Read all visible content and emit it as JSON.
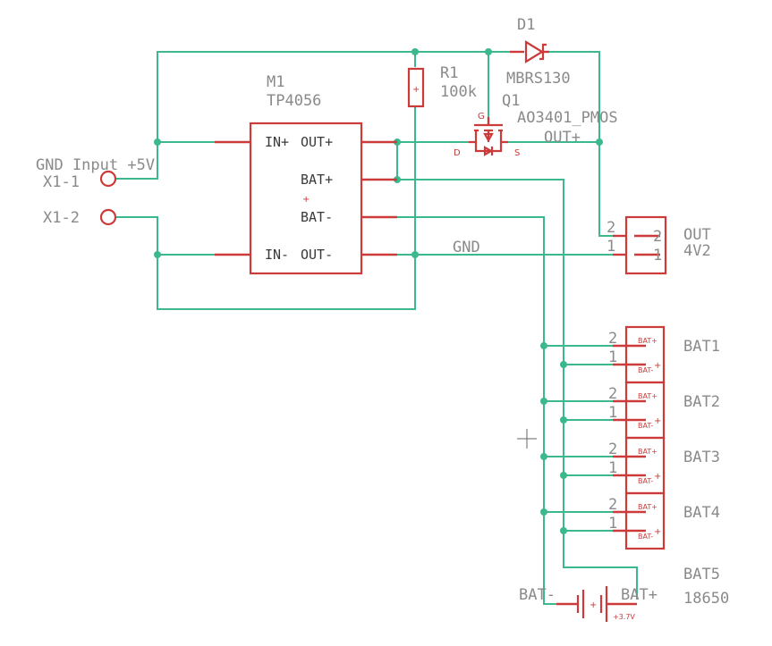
{
  "symbols": {
    "d1": {
      "name": "D1",
      "value": "MBRS130"
    },
    "r1": {
      "name": "R1",
      "value": "100k"
    },
    "q1": {
      "name": "Q1",
      "value": "AO3401_PMOS",
      "pin_g": "G",
      "pin_d": "D",
      "pin_s": "S"
    },
    "m1": {
      "name": "M1",
      "value": "TP4056",
      "pins": {
        "in_plus": "IN+",
        "in_minus": "IN-",
        "out_plus": "OUT+",
        "out_minus": "OUT-",
        "bat_plus": "BAT+",
        "bat_minus": "BAT-",
        "plus_mark": "+"
      }
    },
    "x1": {
      "label": "GND Input +5V",
      "pin1": "X1-1",
      "pin2": "X1-2"
    },
    "out": {
      "name": "OUT",
      "value": "4V2",
      "pin2": "2",
      "pin1": "1"
    },
    "bat5": {
      "name": "BAT5",
      "value": "18650",
      "neg": "BAT-",
      "pos": "BAT+",
      "voltage": "+3.7V"
    }
  },
  "net_labels": {
    "out_plus": "OUT+",
    "gnd": "GND"
  },
  "battery_connectors": [
    {
      "name": "BAT1",
      "pin2": "2",
      "pin1": "1",
      "top_mark": "BAT+",
      "bot_mark": "BAT-"
    },
    {
      "name": "BAT2",
      "pin2": "2",
      "pin1": "1",
      "top_mark": "BAT+",
      "bot_mark": "BAT-"
    },
    {
      "name": "BAT3",
      "pin2": "2",
      "pin1": "1",
      "top_mark": "BAT+",
      "bot_mark": "BAT-"
    },
    {
      "name": "BAT4",
      "pin2": "2",
      "pin1": "1",
      "top_mark": "BAT+",
      "bot_mark": "BAT-"
    }
  ]
}
